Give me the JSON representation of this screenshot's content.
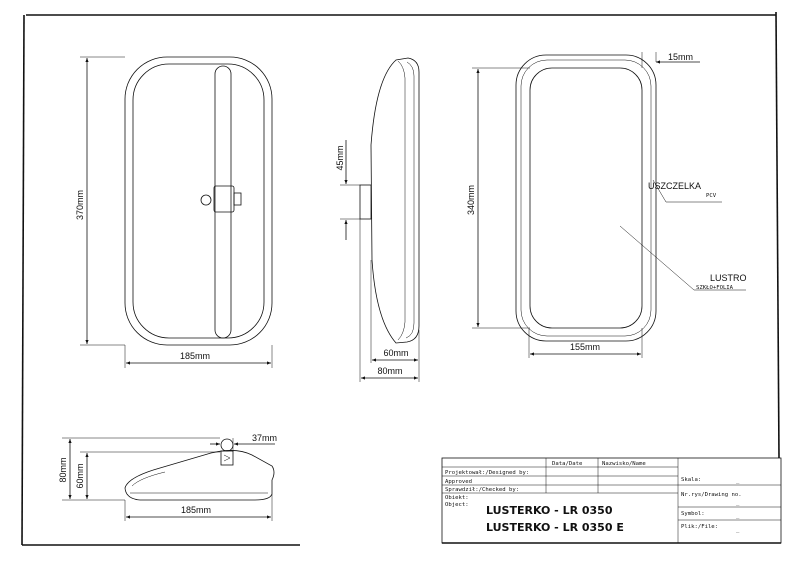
{
  "dimensions": {
    "front_height": "370mm",
    "front_width": "185mm",
    "side_bracket": "45mm",
    "side_depth_inner": "60mm",
    "side_depth_outer": "80mm",
    "back_height": "340mm",
    "back_width": "155mm",
    "back_border": "15mm",
    "bottom_width": "185mm",
    "bottom_height_outer": "80mm",
    "bottom_height_inner": "60mm",
    "bottom_mount": "37mm"
  },
  "labels": {
    "uszczelka": "USZCZELKA",
    "uszczelka_sub": "PCV",
    "lustro": "LUSTRO",
    "lustro_sub": "SZKŁO+FOLIA"
  },
  "title_block": {
    "col_date": "Data/Date",
    "col_name": "Nazwisko/Name",
    "designed_by": "Projektował:/Designed by:",
    "approved": "Approved",
    "checked_by": "Sprawdził:/Checked by:",
    "object": "Obiekt:",
    "object_en": "Object:",
    "product_1": "LUSTERKO - LR 0350",
    "product_2": "LUSTERKO - LR 0350 E",
    "scale": "Skala:",
    "scale_val": "_",
    "drawing_no": "Nr.rys/Drawing no.",
    "drawing_no_val": "_",
    "symbol": "Symbol:",
    "symbol_val": "_",
    "file": "Plik:/File:",
    "file_val": "_"
  }
}
